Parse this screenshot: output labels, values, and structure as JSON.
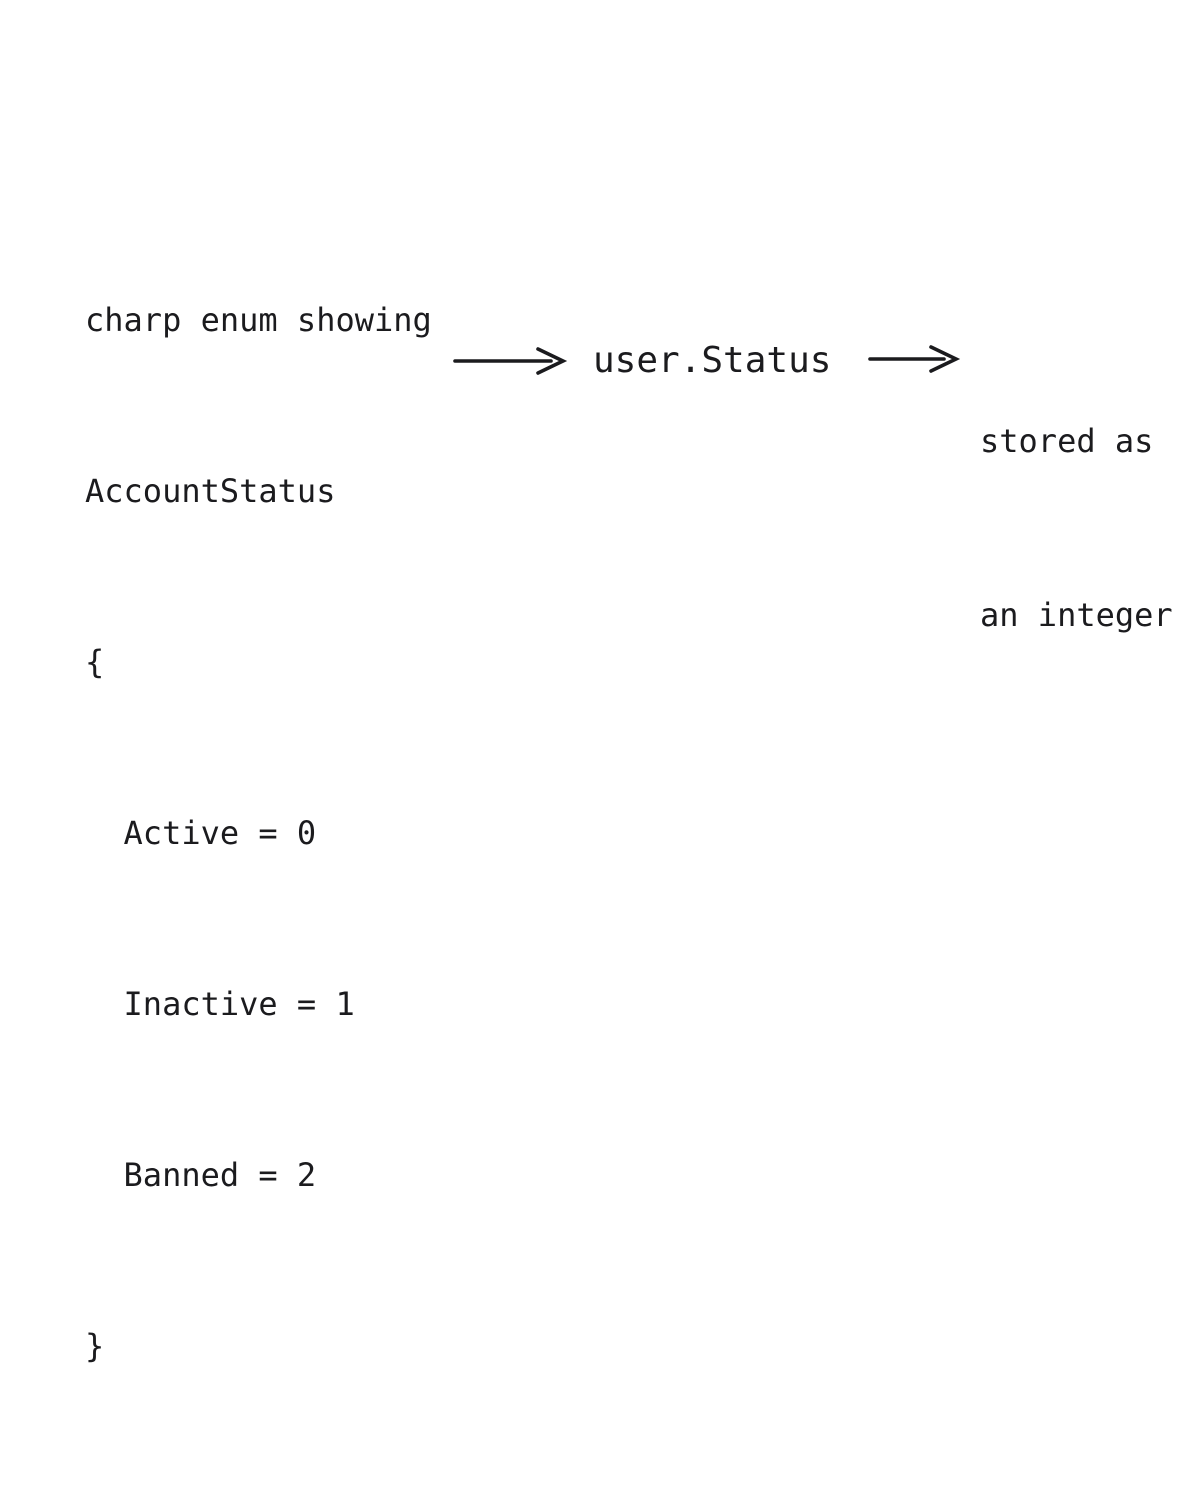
{
  "diagram": {
    "colors": {
      "background": "#ffffff",
      "text": "#1b1b1e"
    },
    "code_block": {
      "lines": [
        "charp enum showing",
        "AccountStatus",
        "{",
        "  Active = 0",
        "  Inactive = 1",
        "  Banned = 2",
        "}"
      ]
    },
    "flow": {
      "middle_label": "user.Status",
      "right_label_lines": [
        "stored as",
        "an integer"
      ]
    },
    "icons": {
      "arrow_1": "right-arrow-icon",
      "arrow_2": "right-arrow-icon"
    }
  }
}
